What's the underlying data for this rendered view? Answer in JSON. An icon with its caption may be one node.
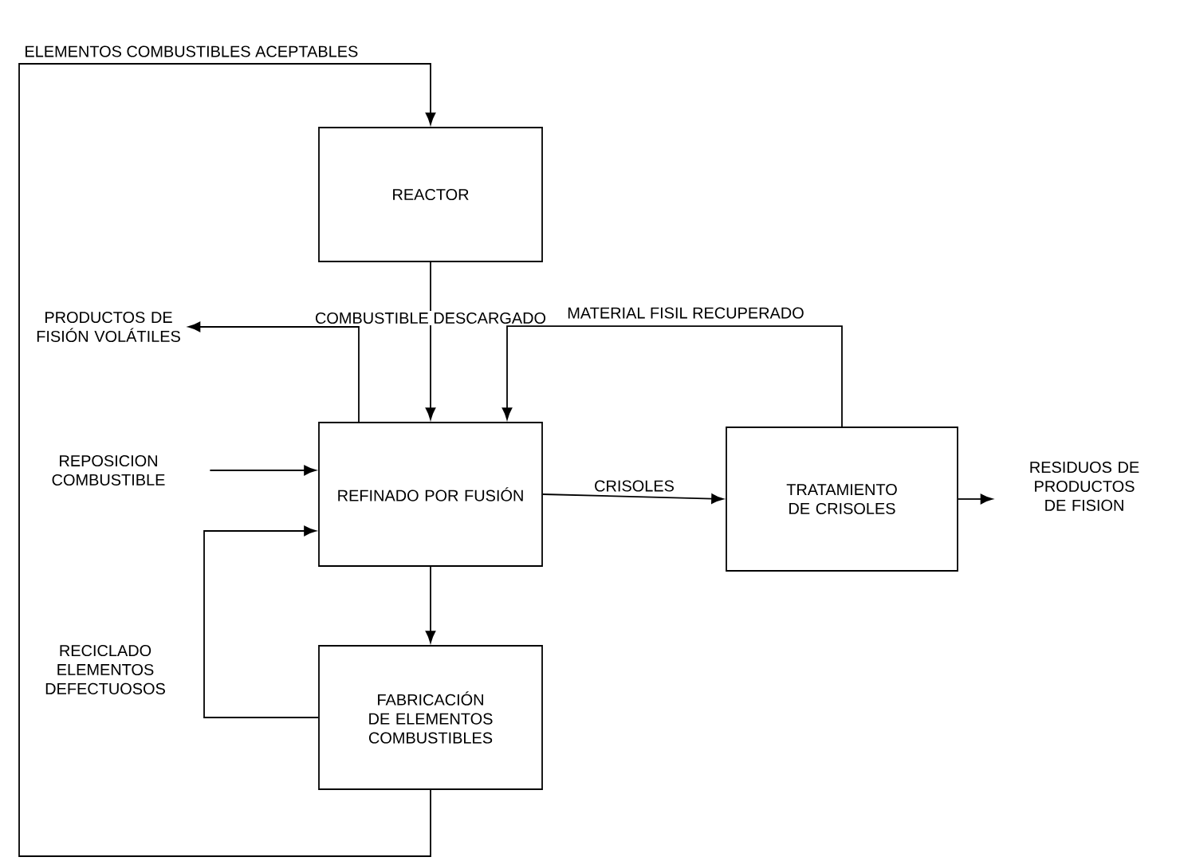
{
  "diagram": {
    "nodes": [
      {
        "text": [
          "REACTOR"
        ]
      },
      {
        "text": [
          "PRODUCTOS DE FISIÓN VOLÁTILES"
        ]
      },
      {
        "text": [
          "REPOSICION COMBUSTIBLE"
        ]
      },
      {
        "text": [
          "REFINADO POR FUSIÓN"
        ]
      },
      {
        "text": [
          "TRATAMIENTO DE CRISOLES"
        ]
      },
      {
        "text": [
          "RESIDUOS DE PRODUCTOS DE FISION"
        ]
      },
      {
        "text": [
          "FABRICACIÓN DE ELEMENTOS COMBUSTIBLES"
        ]
      }
    ],
    "edges": [
      {
        "from": 6,
        "to": 0,
        "arrow": "to",
        "label": "ELEMENTOS COMBUSTIBLES ACEPTABLES"
      },
      {
        "from": 0,
        "to": 3,
        "arrow": "to",
        "label": "COMBUSTIBLE DESCARGADO"
      },
      {
        "from": 4,
        "to": 3,
        "arrow": "to",
        "label": "MATERIAL FISIL RECUPERADO"
      },
      {
        "from": 3,
        "to": 4,
        "arrow": "to",
        "label": "CRISOLES"
      },
      {
        "from": 3,
        "to": 1,
        "arrow": "to"
      },
      {
        "from": 2,
        "to": 3,
        "arrow": "to"
      },
      {
        "from": 6,
        "to": 3,
        "arrow": "to",
        "label": "RECICLADO ELEMENTOS DEFECTUOSOS"
      },
      {
        "from": 3,
        "to": 6,
        "arrow": "to"
      },
      {
        "from": 4,
        "to": 5,
        "arrow": "to"
      }
    ]
  }
}
